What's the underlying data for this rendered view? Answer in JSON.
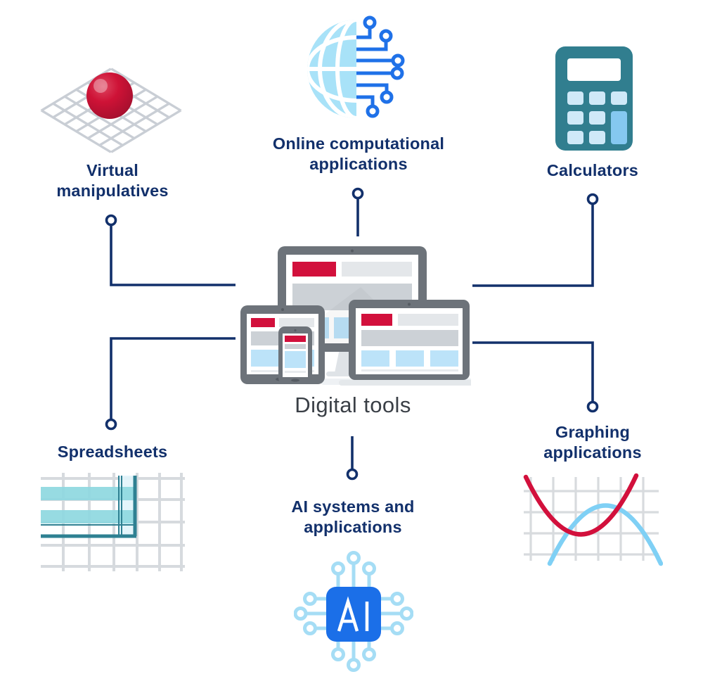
{
  "diagram": {
    "center": {
      "label": "Digital tools",
      "icon": "devices-icon"
    },
    "nodes": {
      "virtual_manipulatives": {
        "label": "Virtual\nmanipulatives",
        "icon": "sphere-on-grid-icon",
        "position": "top-left"
      },
      "online_computational": {
        "label": "Online computational\napplications",
        "icon": "globe-circuit-icon",
        "position": "top-center"
      },
      "calculators": {
        "label": "Calculators",
        "icon": "calculator-icon",
        "position": "top-right"
      },
      "spreadsheets": {
        "label": "Spreadsheets",
        "icon": "spreadsheet-icon",
        "position": "bottom-left"
      },
      "ai_systems": {
        "label": "AI systems and\napplications",
        "icon": "ai-chip-icon",
        "position": "bottom-center"
      },
      "graphing": {
        "label": "Graphing\napplications",
        "icon": "graph-curves-icon",
        "position": "bottom-right"
      }
    },
    "ai_chip_text": "AI",
    "colors": {
      "label_navy": "#12306b",
      "connector_navy": "#12306b",
      "accent_red": "#d2103c",
      "sphere_red": "#ce1236",
      "circuit_blue": "#1f71e8",
      "chip_blue": "#1b6fe8",
      "pin_light_blue": "#a5ddf5",
      "globe_light_blue": "#a8e2f8",
      "content_light_blue": "#bce3f9",
      "calculator_teal": "#317e8f",
      "spreadsheet_teal": "#8ed8e0",
      "spreadsheet_border_teal": "#2e8092",
      "device_gray": "#6d737a",
      "grid_gray": "#d6dade",
      "bar_gray": "#ccd1d6",
      "curve_blue": "#7fd0f5",
      "center_text_gray": "#3a3f46"
    }
  }
}
